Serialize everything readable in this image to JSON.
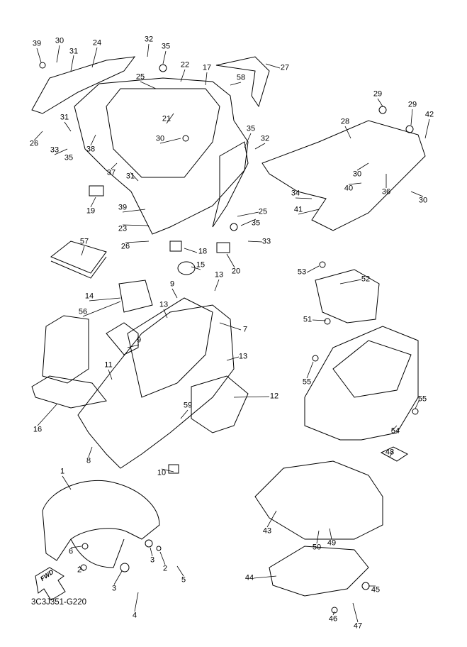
{
  "diagram": {
    "part_code": "3C3J351-G220",
    "fwd_label": "FWD",
    "callouts": [
      "39",
      "30",
      "24",
      "31",
      "32",
      "35",
      "22",
      "17",
      "27",
      "58",
      "25",
      "31",
      "21",
      "30",
      "35",
      "32",
      "26",
      "33",
      "35",
      "38",
      "37",
      "31",
      "19",
      "39",
      "23",
      "26",
      "25",
      "35",
      "33",
      "18",
      "20",
      "29",
      "29",
      "28",
      "42",
      "30",
      "40",
      "36",
      "30",
      "34",
      "41",
      "57",
      "15",
      "13",
      "14",
      "56",
      "9",
      "13",
      "7",
      "9",
      "13",
      "11",
      "12",
      "16",
      "59",
      "8",
      "10",
      "53",
      "52",
      "51",
      "55",
      "55",
      "54",
      "48",
      "1",
      "43",
      "6",
      "2",
      "3",
      "2",
      "50",
      "49",
      "44",
      "3",
      "5",
      "4",
      "45",
      "46",
      "47"
    ]
  },
  "colors": {
    "line": "#000000",
    "background": "#ffffff"
  }
}
